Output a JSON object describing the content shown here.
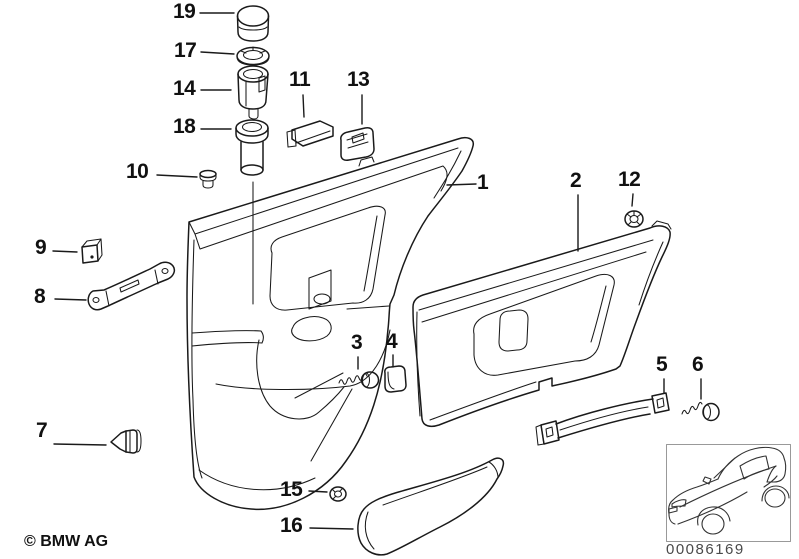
{
  "diagram": {
    "copyright": "© BMW AG",
    "code": "00086169",
    "colors": {
      "line": "#1a1a1a",
      "code_text": "#4a4a4a",
      "inset_border": "#999999",
      "background": "#ffffff"
    },
    "callouts": [
      {
        "label": "1"
      },
      {
        "label": "2"
      },
      {
        "label": "3"
      },
      {
        "label": "4"
      },
      {
        "label": "5"
      },
      {
        "label": "6"
      },
      {
        "label": "7"
      },
      {
        "label": "8"
      },
      {
        "label": "9"
      },
      {
        "label": "10"
      },
      {
        "label": "11"
      },
      {
        "label": "12"
      },
      {
        "label": "13"
      },
      {
        "label": "14"
      },
      {
        "label": "15"
      },
      {
        "label": "16"
      },
      {
        "label": "17"
      },
      {
        "label": "18"
      },
      {
        "label": "19"
      }
    ]
  }
}
